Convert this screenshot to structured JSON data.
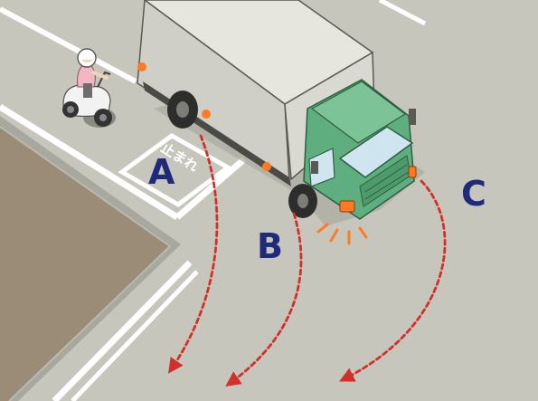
{
  "diagram": {
    "paths": [
      {
        "id": "A",
        "label": "A"
      },
      {
        "id": "B",
        "label": "B"
      },
      {
        "id": "C",
        "label": "C"
      }
    ],
    "road_marking_text": "止まれ",
    "colors": {
      "road": "#c6c6bc",
      "lot": "#9a8c76",
      "lane_line": "#ffffff",
      "path_arrow": "#d2302a",
      "label": "#1f2a7a",
      "truck_cab": "#5fae7f",
      "truck_box": "#d9d9d2",
      "signal": "#ff7a20"
    },
    "vehicles": [
      "truck",
      "scooter"
    ]
  }
}
